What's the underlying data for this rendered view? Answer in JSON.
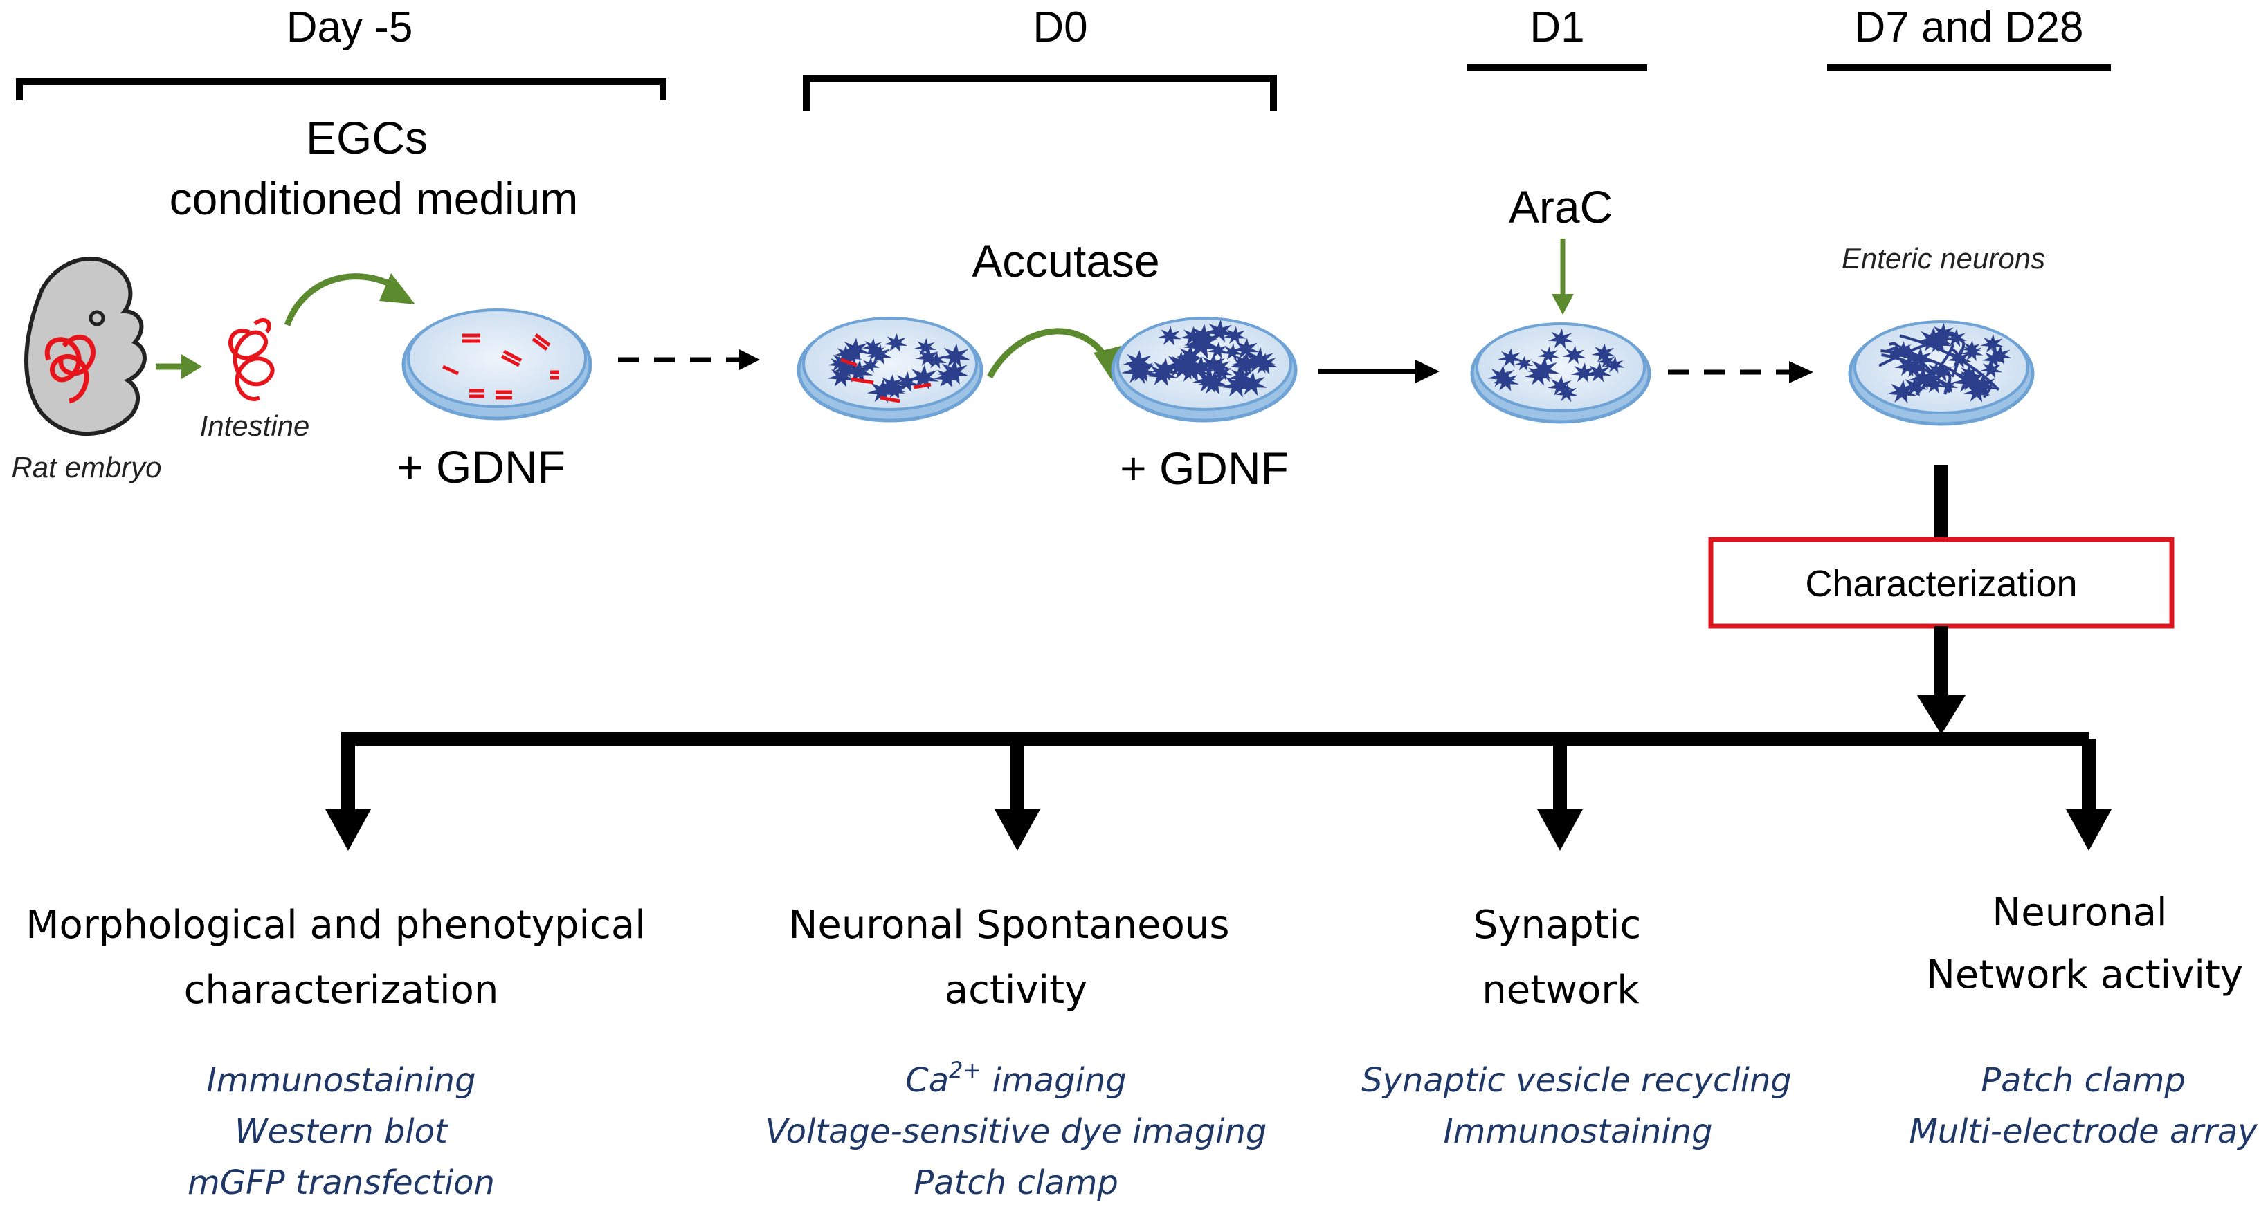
{
  "headers": {
    "day_minus5": "Day -5",
    "d0": "D0",
    "d1": "D1",
    "d7_d28": "D7 and D28"
  },
  "labels": {
    "egcs_line1": "EGCs",
    "egcs_line2": "conditioned medium",
    "accutase": "Accutase",
    "arac": "AraC",
    "enteric_neurons": "Enteric neurons",
    "gdnf_1": "+ GDNF",
    "gdnf_2": "+ GDNF",
    "rat_embryo": "Rat embryo",
    "intestine": "Intestine",
    "characterization": "Characterization"
  },
  "categories": [
    {
      "title_lines": [
        "Morphological and phenotypical",
        "characterization"
      ],
      "methods": [
        "Immunostaining",
        "Western blot",
        "mGFP transfection"
      ]
    },
    {
      "title_lines": [
        "Neuronal Spontaneous",
        "activity"
      ],
      "methods": [
        "Ca",
        "2+",
        " imaging",
        "Voltage-sensitive dye imaging",
        "Patch clamp"
      ]
    },
    {
      "title_lines": [
        "Synaptic",
        "network"
      ],
      "methods": [
        "Synaptic vesicle recycling",
        "Immunostaining"
      ]
    },
    {
      "title_lines": [
        "Neuronal",
        "Network activity"
      ],
      "methods": [
        "Patch clamp",
        "Multi-electrode array"
      ]
    }
  ],
  "colors": {
    "arrow_green": "#5b8a2f",
    "dish_fill": "#dce8f5",
    "dish_stroke": "#6fa3d6",
    "neuron": "#2b3f8c",
    "intestine_red": "#e8141c",
    "method_text": "#1f3766",
    "char_box": "#e0141c"
  }
}
